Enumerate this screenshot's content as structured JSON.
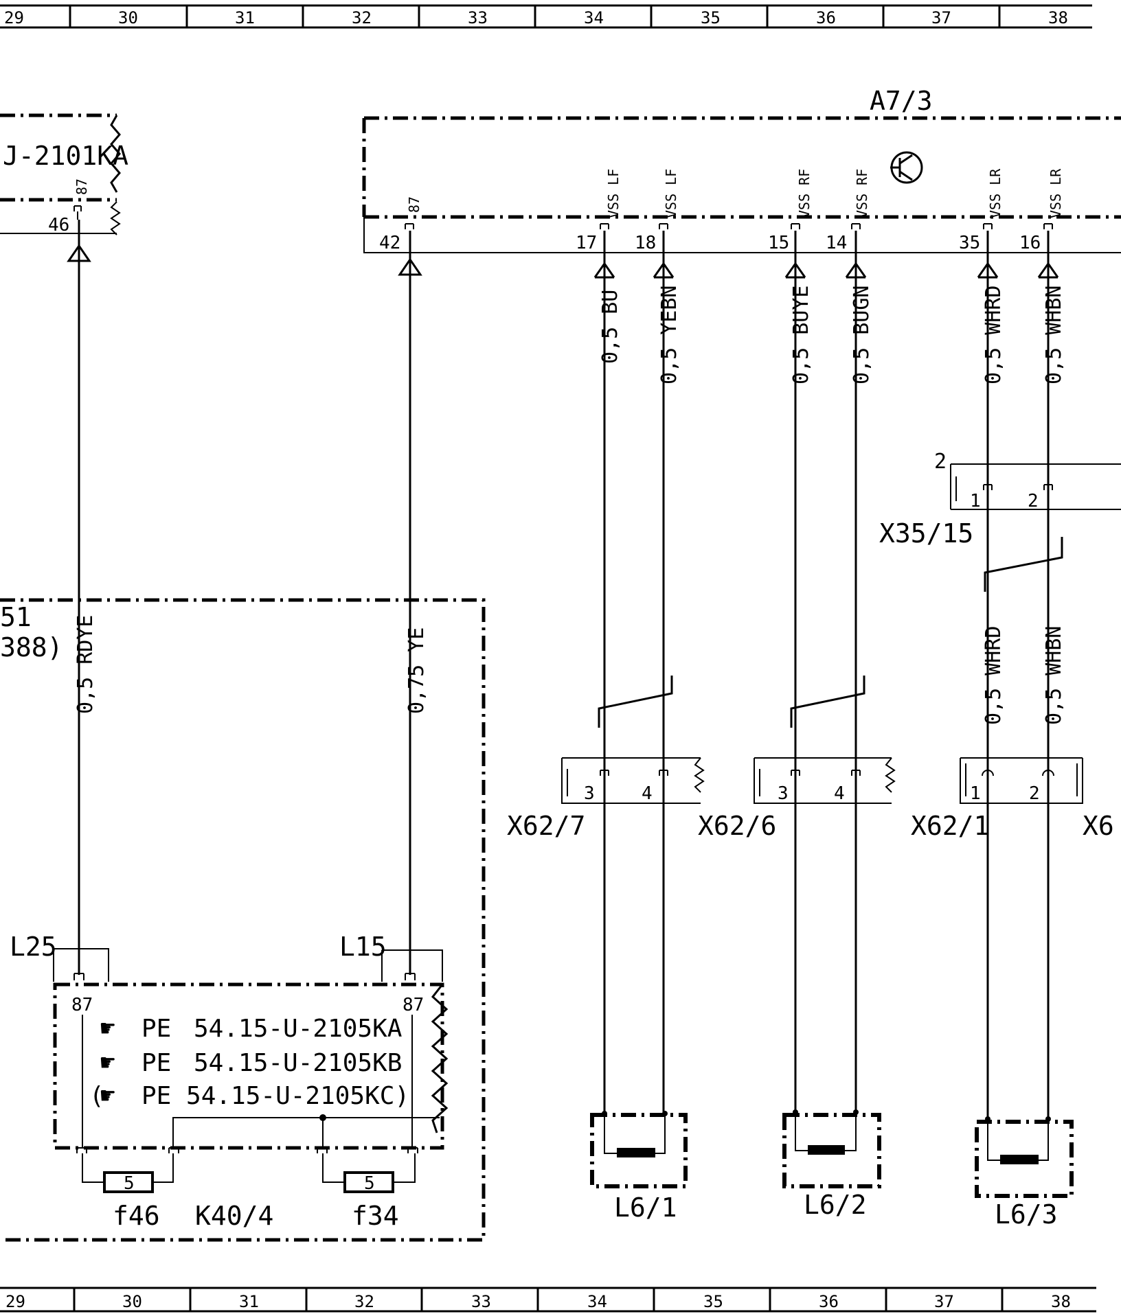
{
  "ruler": {
    "cells": [
      "29",
      "30",
      "31",
      "32",
      "33",
      "34",
      "35",
      "36",
      "37",
      "38"
    ]
  },
  "components": {
    "a7_3": "A7/3",
    "k40_4": "K40/4",
    "x35_15": "X35/15",
    "x62_7": "X62/7",
    "x62_6": "X62/6",
    "x62_1": "X62/1",
    "x62_cut": "X6",
    "l6_1": "L6/1",
    "l6_2": "L6/2",
    "l6_3": "L6/3",
    "f46": "f46",
    "f34": "f34",
    "l25": "L25",
    "l15": "L15",
    "left_ref": "J-2101KA",
    "left_partial_1": "51",
    "left_partial_2": "388)",
    "fuse_value": "5",
    "x35_pin_group": "2"
  },
  "refs": [
    {
      "prefix": "PE",
      "code": "54.15-U-2105KA"
    },
    {
      "prefix": "PE",
      "code": "54.15-U-2105KB"
    },
    {
      "prefix": "(",
      "code": "PE  54.15-U-2105KC)"
    }
  ],
  "pins": {
    "left_87": "87",
    "left_46": "46",
    "a7_87": "87",
    "a7_42": "42",
    "p17": "17",
    "p18": "18",
    "p15": "15",
    "p14": "14",
    "p35": "35",
    "p16": "16",
    "k40_87a": "87",
    "k40_87b": "87",
    "x62_7_3": "3",
    "x62_7_4": "4",
    "x62_6_3": "3",
    "x62_6_4": "4",
    "x62_1_1": "1",
    "x62_1_2": "2",
    "x35_1": "1",
    "x35_2": "2"
  },
  "signals": {
    "vss_lf_1": "VSS LF",
    "vss_lf_2": "VSS LF",
    "vss_rf_1": "VSS RF",
    "vss_rf_2": "VSS RF",
    "vss_lr_1": "VSS LR",
    "vss_lr_2": "VSS LR"
  },
  "wires": {
    "w_bu": "0,5  BU",
    "w_yebn": "0,5  YEBN",
    "w_buye": "0,5  BUYE",
    "w_bugn": "0,5  BUGN",
    "w_whrd_top": "0,5  WHRD",
    "w_whbn_top": "0,5  WHBN",
    "w_whrd_bot": "0,5  WHRD",
    "w_whbn_bot": "0,5  WHBN",
    "w_rdye": "0,5  RDYE",
    "w_ye": "0,75  YE"
  }
}
